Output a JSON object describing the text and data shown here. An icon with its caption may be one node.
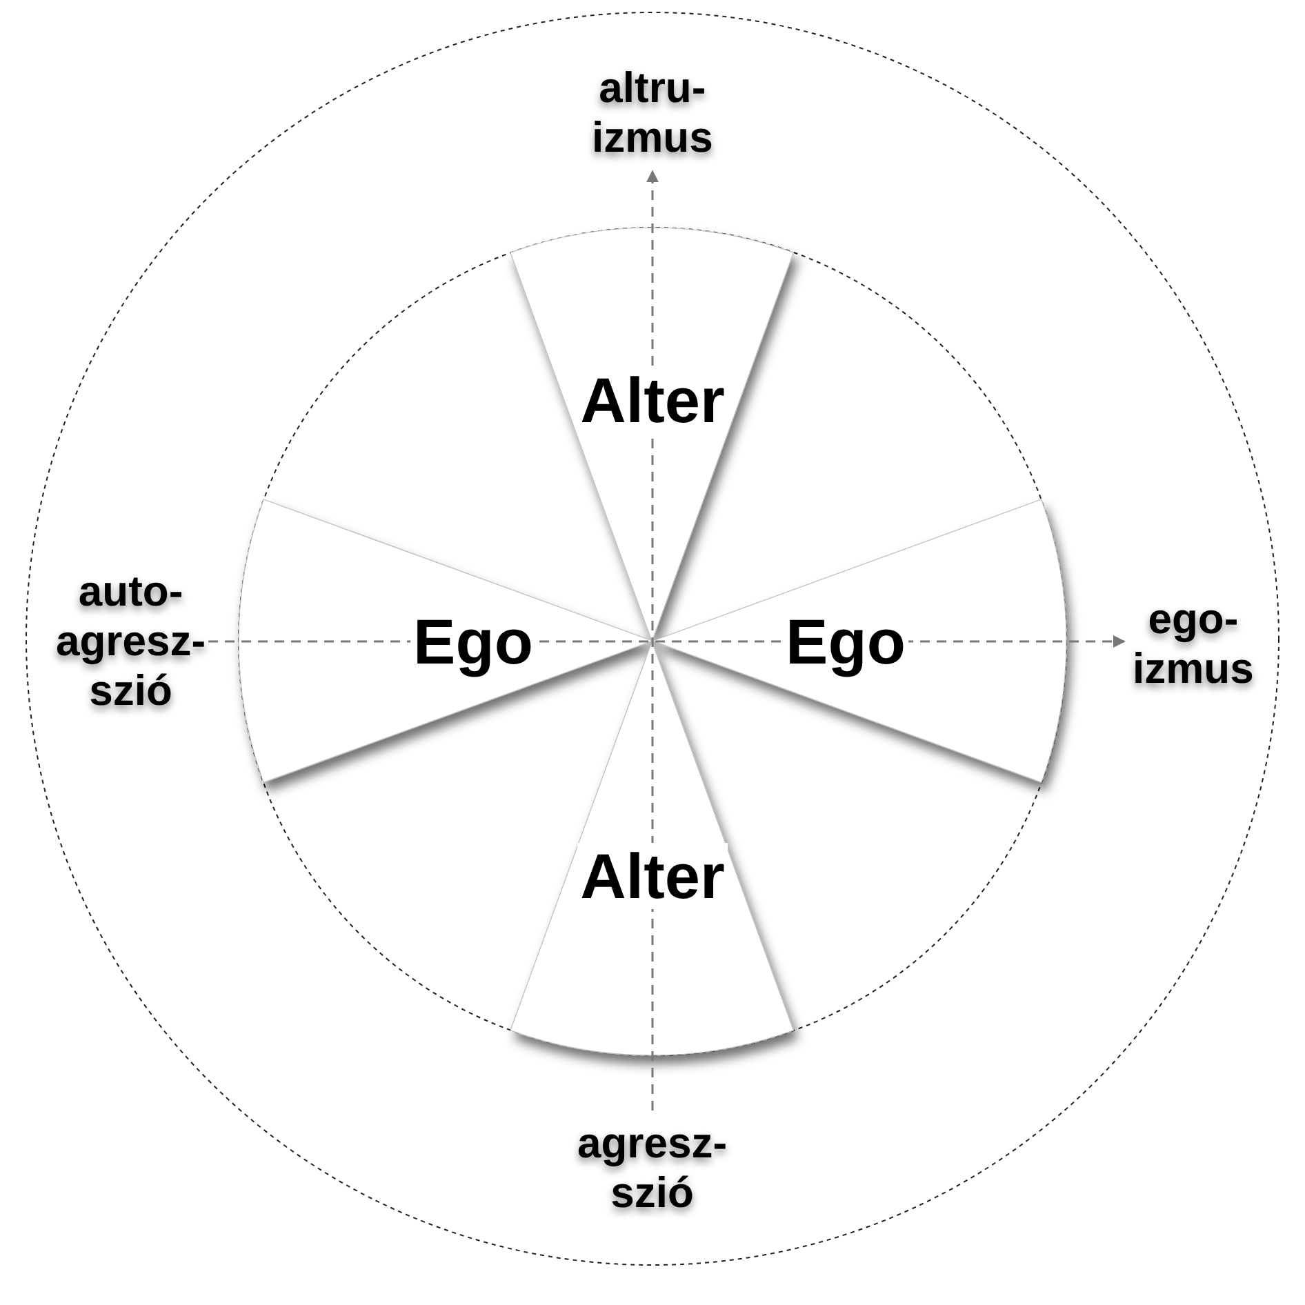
{
  "diagram": {
    "nodes": [
      {
        "text": [
          "Alter"
        ]
      },
      {
        "text": [
          "Ego"
        ]
      },
      {
        "text": [
          "Ego"
        ]
      },
      {
        "text": [
          "Alter"
        ]
      }
    ],
    "labels": [
      "altru- izmus",
      "auto- agresz- szió",
      "ego- izmus",
      "agresz- szió"
    ]
  }
}
